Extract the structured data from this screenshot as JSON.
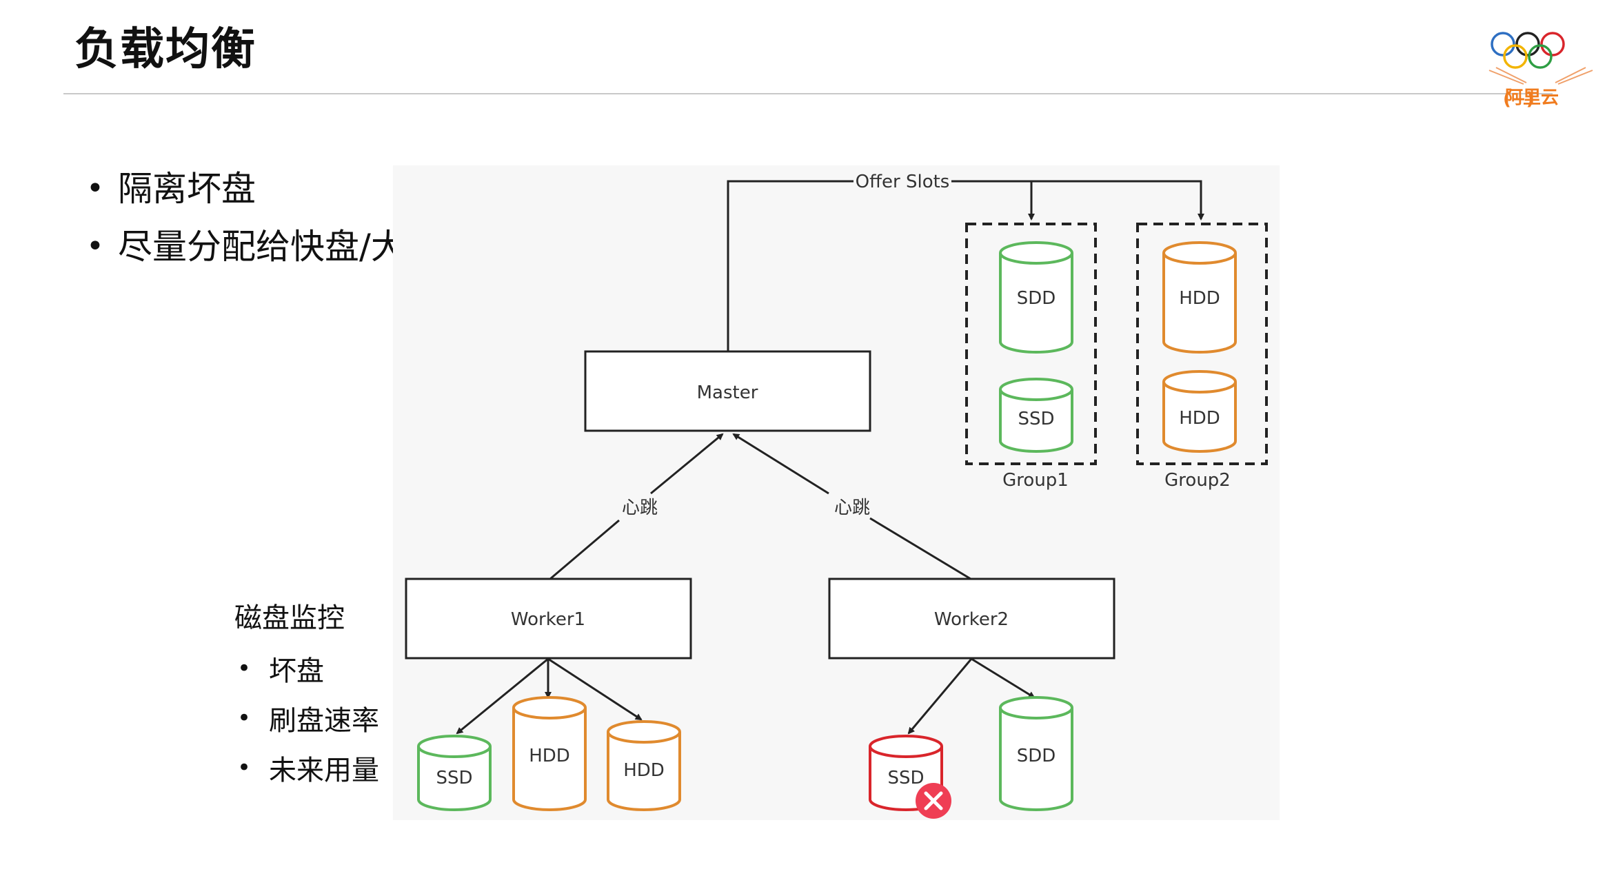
{
  "title": "负载均衡",
  "bullets": [
    "隔离坏盘",
    "尽量分配给快盘/大盘"
  ],
  "monitor": {
    "heading": "磁盘监控",
    "items": [
      "坏盘",
      "刷盘速率",
      "未来用量"
    ]
  },
  "diagram": {
    "offer_label": "Offer Slots",
    "master_label": "Master",
    "heartbeat_label": "心跳",
    "worker1_label": "Worker1",
    "worker2_label": "Worker2",
    "group1": {
      "label": "Group1",
      "disks": [
        "SDD",
        "SSD"
      ]
    },
    "group2": {
      "label": "Group2",
      "disks": [
        "HDD",
        "HDD"
      ]
    },
    "worker1_disks": [
      "SSD",
      "HDD",
      "HDD"
    ],
    "worker2_disks": [
      "SSD",
      "SDD"
    ],
    "colors": {
      "ssd": "#5cb85c",
      "hdd": "#e08a2e",
      "failed": "#d9252b",
      "error_badge": "#ef3e54"
    }
  },
  "logo": {
    "brand": "阿里云"
  }
}
